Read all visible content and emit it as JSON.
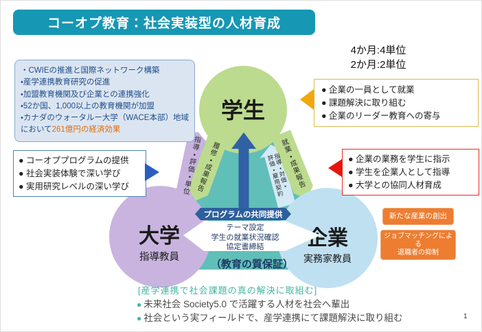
{
  "title": "コーオプ教育：社会実装型の人材育成",
  "info_box": {
    "lines": [
      "・CWIEの推進と国際ネットワーク構築",
      "・産学連携教育研究の促進",
      "・加盟教育機関及び企業との連携強化",
      "・52か国、1,000以上の教育機関が加盟"
    ],
    "line5_prefix": "・カナダのウォータルー大学（WACE本部）地域において",
    "line5_highlight": "261億円の経済効果"
  },
  "units": {
    "line1": "4か月:4単位",
    "line2": "2か月:2単位"
  },
  "student_benefits": {
    "items": [
      "● 企業の一員として就業",
      "● 課題解決に取り組む",
      "● 企業のリーダー教育への寄与"
    ]
  },
  "university_offers": {
    "items": [
      "● コーオププログラムの提供",
      "● 社会実装体験で深い学び",
      "● 実用研究レベルの深い学び"
    ]
  },
  "company_roles": {
    "items": [
      "● 企業の業務を学生に指示",
      "● 学生を企業人として指導",
      "● 大学との協同人材育成"
    ]
  },
  "diagram": {
    "student_label": "学生",
    "university_label": "大学",
    "university_sublabel": "指導教員",
    "company_label": "企業",
    "company_sublabel": "実務家教員",
    "ribbon_univ_to_student": "指導・評価・単位",
    "ribbon_student_to_univ": "履修・成果報告",
    "ribbon_student_to_company": "就業・成果報告",
    "ribbon_company_to_student_line1": "指導・対価・",
    "ribbon_company_to_student_line2": "評価・雇用契約",
    "joint_program_label": "プログラムの共同提供",
    "agreement_line1": "テーマ設定",
    "agreement_line2": "学生の就業状況確認",
    "agreement_line3": "協定書締結",
    "quality_label": "（教育の質保証）"
  },
  "outcomes": {
    "box1": "新たな産業の創出",
    "box2_line1": "ジョブマッチングによる",
    "box2_line2": "退職者の抑制"
  },
  "footer": {
    "heading": "[産学連携で社会課題の真の解決に取組む]",
    "bullet": "●",
    "item1": "未来社会 Society5.0 で活躍する人材を社会へ輩出",
    "item2": "社会という実フィールドで、産学連携にて課題解決に取り組む",
    "page_number": "1"
  },
  "colors": {
    "banner_teal": "#1697b3",
    "triangle_teal": "#60bfb8",
    "student_green": "#bcdb8e",
    "university_purple": "#c8b4df",
    "company_blue": "#bfe0f1",
    "pale_blue_ribbon": "#d3e9f6",
    "joint_program_blue": "#2d5f9e",
    "orange_box": "#ed7d31",
    "highlight_orange": "#e36c09",
    "footer_teal": "#45b5a5",
    "arrow_yellow": "#f2a70a",
    "arrow_blue": "#2a5fc0",
    "arrow_red": "#e8150d"
  }
}
